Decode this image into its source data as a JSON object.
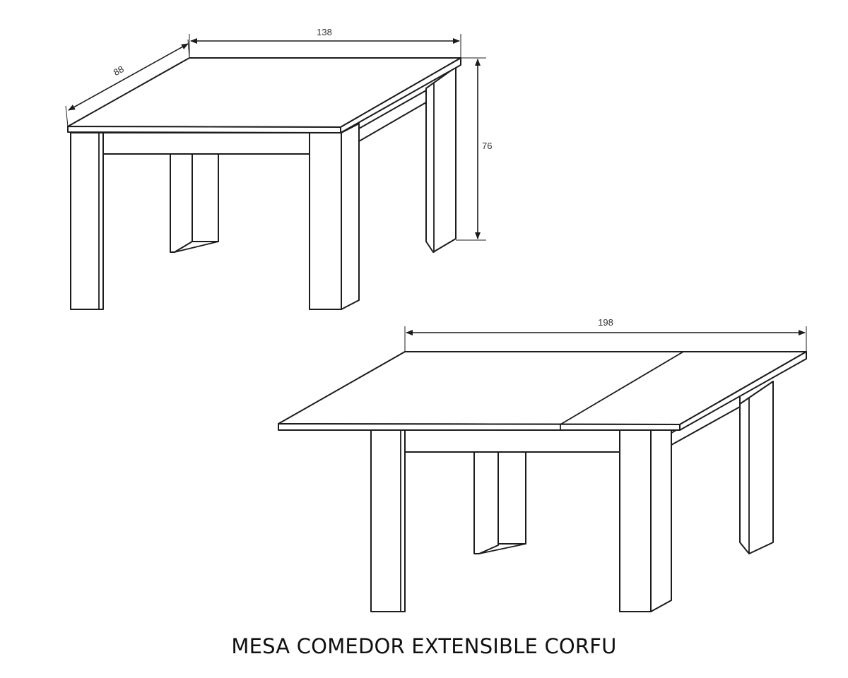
{
  "dimensions": {
    "width_closed": "138",
    "depth": "88",
    "height": "76",
    "width_extended": "198"
  },
  "caption": "MESA COMEDOR EXTENSIBLE CORFU"
}
